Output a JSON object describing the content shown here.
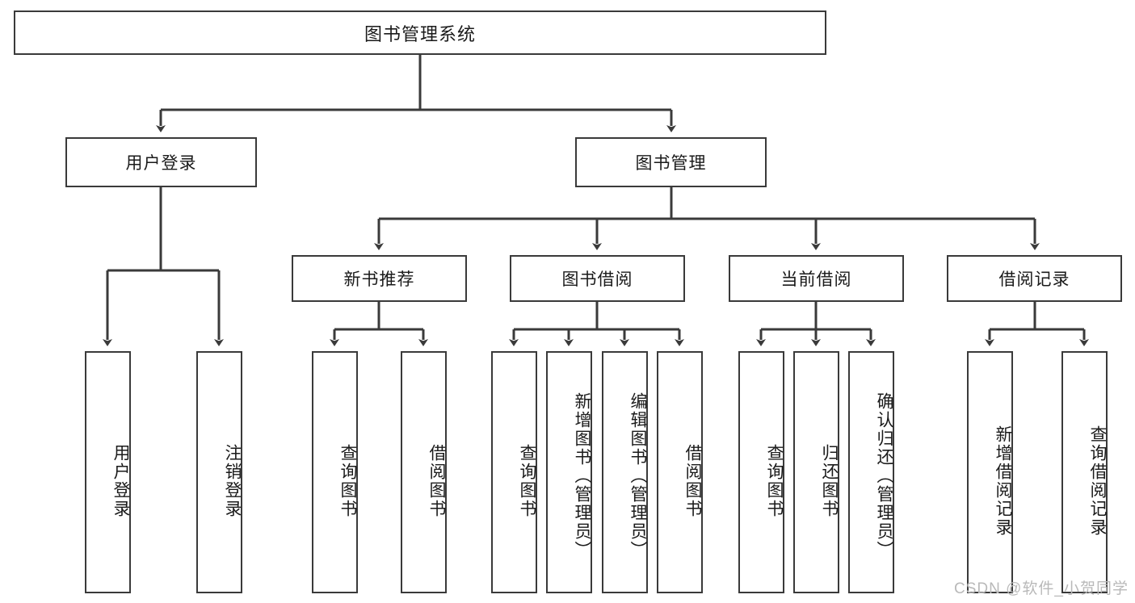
{
  "diagram": {
    "type": "tree-hierarchy",
    "title": "图书管理系统",
    "watermark": "CSDN @软件_小贺同学",
    "colors": {
      "box_border": "#3a3a3a",
      "box_fill": "#ffffff",
      "edge": "#3a3a3a",
      "text": "#1a1a1a",
      "watermark": "#b9b9b9"
    },
    "nodes": {
      "root": {
        "label": "图书管理系统",
        "level": 0,
        "orientation": "horizontal"
      },
      "n_user_login": {
        "label": "用户登录",
        "level": 1,
        "orientation": "horizontal"
      },
      "n_book_manage": {
        "label": "图书管理",
        "level": 1,
        "orientation": "horizontal"
      },
      "n_new_book_rec": {
        "label": "新书推荐",
        "level": 2,
        "orientation": "horizontal"
      },
      "n_book_borrow": {
        "label": "图书借阅",
        "level": 2,
        "orientation": "horizontal"
      },
      "n_current_borrow": {
        "label": "当前借阅",
        "level": 2,
        "orientation": "horizontal"
      },
      "n_borrow_record": {
        "label": "借阅记录",
        "level": 2,
        "orientation": "horizontal"
      },
      "l_user_login": {
        "label": "用户登录",
        "level": 3,
        "orientation": "vertical"
      },
      "l_logout": {
        "label": "注销登录",
        "level": 3,
        "orientation": "vertical"
      },
      "l_query_book_1": {
        "label": "查询图书",
        "level": 3,
        "orientation": "vertical"
      },
      "l_borrow_book_1": {
        "label": "借阅图书",
        "level": 3,
        "orientation": "vertical"
      },
      "l_query_book_2": {
        "label": "查询图书",
        "level": 3,
        "orientation": "vertical"
      },
      "l_add_book": {
        "label": "新增图书（管理员）",
        "level": 3,
        "orientation": "vertical"
      },
      "l_edit_book": {
        "label": "编辑图书（管理员）",
        "level": 3,
        "orientation": "vertical"
      },
      "l_borrow_book_2": {
        "label": "借阅图书",
        "level": 3,
        "orientation": "vertical"
      },
      "l_query_book_3": {
        "label": "查询图书",
        "level": 3,
        "orientation": "vertical"
      },
      "l_return_book": {
        "label": "归还图书",
        "level": 3,
        "orientation": "vertical"
      },
      "l_confirm_return": {
        "label": "确认归还（管理员）",
        "level": 3,
        "orientation": "vertical"
      },
      "l_add_record": {
        "label": "新增借阅记录",
        "level": 3,
        "orientation": "vertical"
      },
      "l_query_record": {
        "label": "查询借阅记录",
        "level": 3,
        "orientation": "vertical"
      }
    },
    "edges": [
      {
        "from": "root",
        "to": "n_user_login"
      },
      {
        "from": "root",
        "to": "n_book_manage"
      },
      {
        "from": "n_user_login",
        "to": "l_user_login"
      },
      {
        "from": "n_user_login",
        "to": "l_logout"
      },
      {
        "from": "n_book_manage",
        "to": "n_new_book_rec"
      },
      {
        "from": "n_book_manage",
        "to": "n_book_borrow"
      },
      {
        "from": "n_book_manage",
        "to": "n_current_borrow"
      },
      {
        "from": "n_book_manage",
        "to": "n_borrow_record"
      },
      {
        "from": "n_new_book_rec",
        "to": "l_query_book_1"
      },
      {
        "from": "n_new_book_rec",
        "to": "l_borrow_book_1"
      },
      {
        "from": "n_book_borrow",
        "to": "l_query_book_2"
      },
      {
        "from": "n_book_borrow",
        "to": "l_add_book"
      },
      {
        "from": "n_book_borrow",
        "to": "l_edit_book"
      },
      {
        "from": "n_book_borrow",
        "to": "l_borrow_book_2"
      },
      {
        "from": "n_current_borrow",
        "to": "l_query_book_3"
      },
      {
        "from": "n_current_borrow",
        "to": "l_return_book"
      },
      {
        "from": "n_current_borrow",
        "to": "l_confirm_return"
      },
      {
        "from": "n_borrow_record",
        "to": "l_add_record"
      },
      {
        "from": "n_borrow_record",
        "to": "l_query_record"
      }
    ]
  }
}
